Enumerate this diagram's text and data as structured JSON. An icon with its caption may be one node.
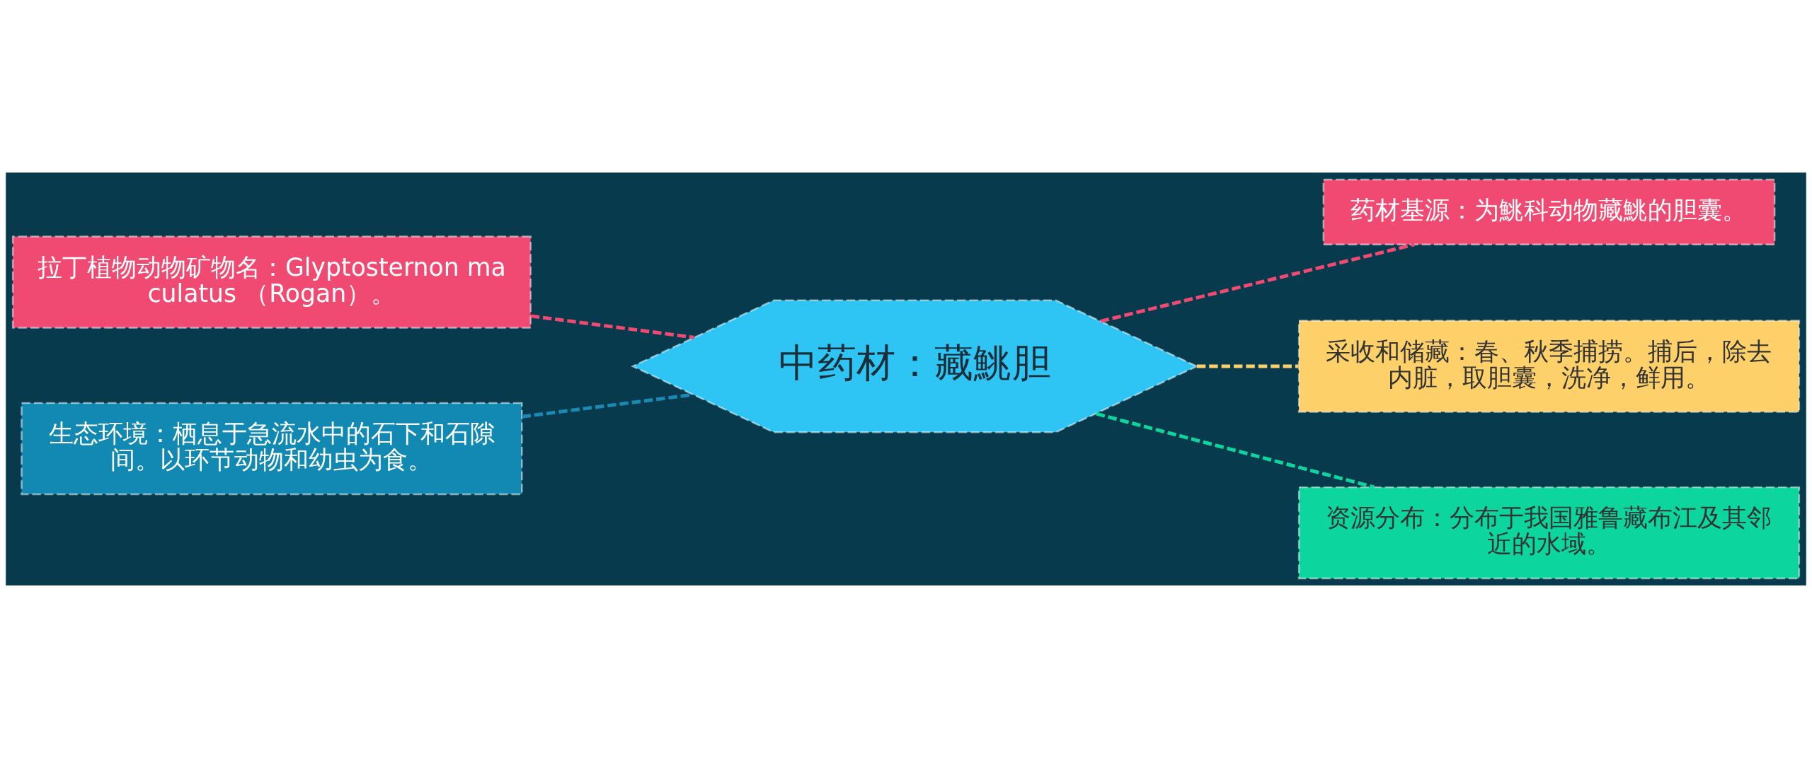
{
  "diagram": {
    "nodes": [
      {
        "text": [
          "拉丁植物动物矿物名：Glyptosternon maculatus （Rogan）。"
        ]
      },
      {
        "text": [
          "生态环境：栖息于急流水中的石下和石隙间。以环节动物和幼虫为食。"
        ]
      },
      {
        "text": [
          "中药材：藏鮡胆"
        ]
      },
      {
        "text": [
          "药材基源：为鮡科动物藏鮡的胆囊。"
        ]
      },
      {
        "text": [
          "采收和储藏：春、秋季捕捞。捕后，除去内脏，取胆囊，洗净，鲜用。"
        ]
      },
      {
        "text": [
          "资源分布：分布于我国雅鲁藏布江及其邻近的水域。"
        ]
      }
    ],
    "edges": [
      {
        "from": 0,
        "to": 2,
        "arrow": "none",
        "style": "dashed",
        "color": "#f04a72"
      },
      {
        "from": 1,
        "to": 2,
        "arrow": "none",
        "style": "dashed",
        "color": "#1a8ab5"
      },
      {
        "from": 2,
        "to": 3,
        "arrow": "none",
        "style": "dashed",
        "color": "#f04a72"
      },
      {
        "from": 2,
        "to": 4,
        "arrow": "none",
        "style": "dashed",
        "color": "#fdd06a"
      },
      {
        "from": 2,
        "to": 5,
        "arrow": "none",
        "style": "dashed",
        "color": "#0cd69e"
      }
    ]
  }
}
